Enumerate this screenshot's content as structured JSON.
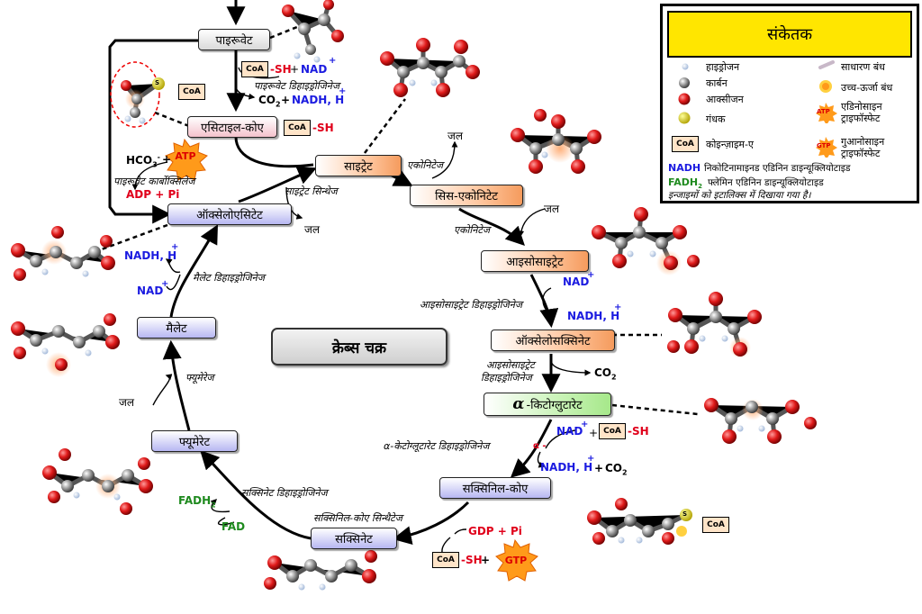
{
  "title": "क्रेब्स चक्र",
  "metabolites": {
    "pyruvate": "पाइरूवेट",
    "acetyl_coa": "एसिटाइल-कोए",
    "citrate": "साइट्रेट",
    "cis_aconitate": "सिस-एकोनिटेट",
    "isocitrate": "आइसोसाइट्रेट",
    "oxalosuccinate": "ऑक्सेलोसक्सिनेट",
    "alpha_ketoglutarate": "-किटोग्लुटारेट",
    "alpha_symbol": "α",
    "succinyl_coa": "सक्सिनिल-कोए",
    "succinate": "सक्सिनेट",
    "fumarate": "फ्यूमेरेट",
    "malate": "मैलेट",
    "oxaloacetate": "ऑक्सेलोएसिटेट"
  },
  "enzymes": {
    "pyruvate_dh": "पाइरूवेट डिहाइड्रोजिनेज",
    "pyruvate_carboxylase": "पाइरूवेट कार्बोक्सिलेज",
    "citrate_synthase": "साइट्रेट सिन्थेज",
    "aconitase1": "एकोनिटेज",
    "aconitase2": "एकोनिटेज",
    "isocitrate_dh1": "आइसोसाइट्रेट डिहाइड्रोजिनेज",
    "isocitrate_dh2_line1": "आइसोसाइट्रेट",
    "isocitrate_dh2_line2": "डिहाइड्रोजिनेज",
    "akg_dh": "α-केटोग्लूटारेट डिहाइड्रोजिनेज",
    "succinyl_coa_synthetase": "सक्सिनिल-कोए सिन्थैटेज",
    "succinate_dh": "सक्सिनेट डिहाइड्रोजिनेज",
    "fumarase": "फ्यूमेरेज",
    "malate_dh": "मैलेट डिहाइड्रोजिनेज"
  },
  "cofactors": {
    "coa": "CoA",
    "sh": "-SH",
    "plus": "+",
    "nad": "NAD",
    "nadh_h": "NADH, H",
    "co2": "CO",
    "sub2": "2",
    "sup_plus": "+",
    "hco3": "HCO",
    "sub3": "3",
    "sup_minus": "-",
    "atp": "ATP",
    "adp_pi": "ADP + Pi",
    "gdp_pi": "GDP + Pi",
    "gtp": "GTP",
    "fadh": "FADH",
    "fad": "FAD",
    "water": "जल",
    "alpha_minus": "α -",
    "s": "S"
  },
  "legend": {
    "title": "संकेतक",
    "hydrogen": "हाइड्रोजन",
    "carbon": "कार्बन",
    "oxygen": "आक्सीजन",
    "sulfur": "गंधक",
    "coenzyme_a": "कोइन्ज़ाइम-ए",
    "ordinary_bond": "साधारण बंध",
    "high_energy_bond": "उच्च-ऊर्जा बंध",
    "atp_line1": "एडिनोसाइन",
    "atp_line2": "ट्राइफॉस्फेट",
    "gtp_line1": "गुआनोसाइन",
    "gtp_line2": "ट्राइफॉस्फेट",
    "nadh_key": "NADH",
    "nadh_desc": "निकोटिनामाइनड एडिनिन डाइन्यूक्लियोटाइड",
    "fadh_key": "FADH",
    "fadh_sub": "2",
    "fadh_desc": "फ्लेमिन एडिनिन डाइन्यूक्लियोटाइड",
    "note": "इन्जाइमों को इटालिक्स में दिखाया गया है।"
  },
  "colors": {
    "nadh_blue": "#1b1be0",
    "enzyme_red": "#e0001b",
    "fad_green": "#1e8a1e",
    "legend_yellow": "#ffe600",
    "atp_orange": "#ff8c00"
  }
}
